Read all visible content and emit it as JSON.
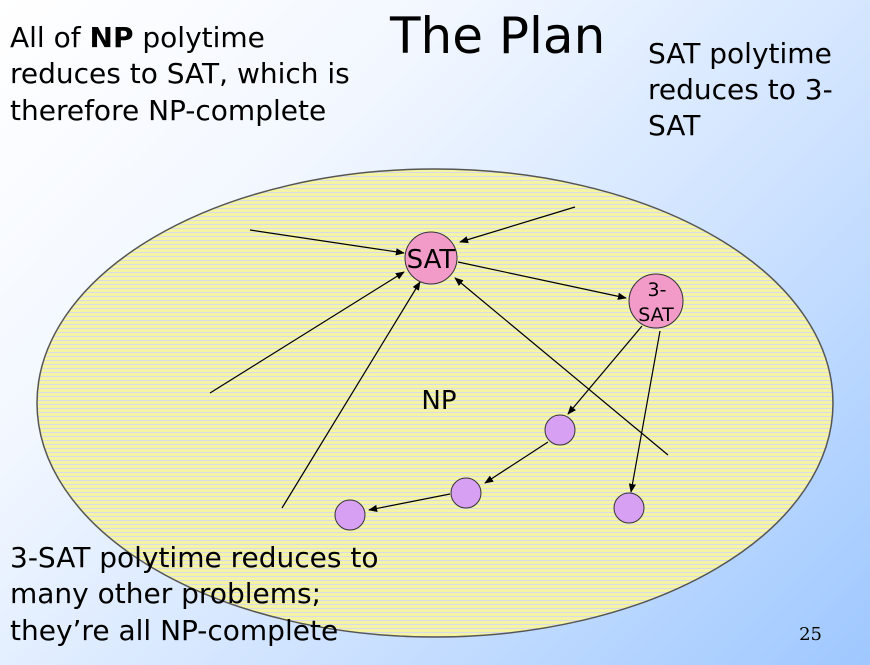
{
  "slide": {
    "title": "The Plan",
    "page_number": "25"
  },
  "notes": {
    "top_left": {
      "pre": "All of ",
      "bold": "NP",
      "post": " polytime reduces to SAT, which is therefore NP-complete"
    },
    "top_right": "SAT polytime reduces to 3-SAT",
    "bottom_left": "3-SAT polytime reduces to many other problems; they’re all NP-complete"
  },
  "diagram": {
    "region_label": "NP",
    "nodes": {
      "sat": {
        "label": "SAT"
      },
      "three_sat": {
        "line1": "3-",
        "line2": "SAT"
      }
    }
  },
  "colors": {
    "region_fill": "#f4f4a2",
    "region_stripe": "#d9d9ee",
    "node_pink": "#f29bc8",
    "node_violet": "#d8a0f2",
    "arrow": "#000000"
  }
}
